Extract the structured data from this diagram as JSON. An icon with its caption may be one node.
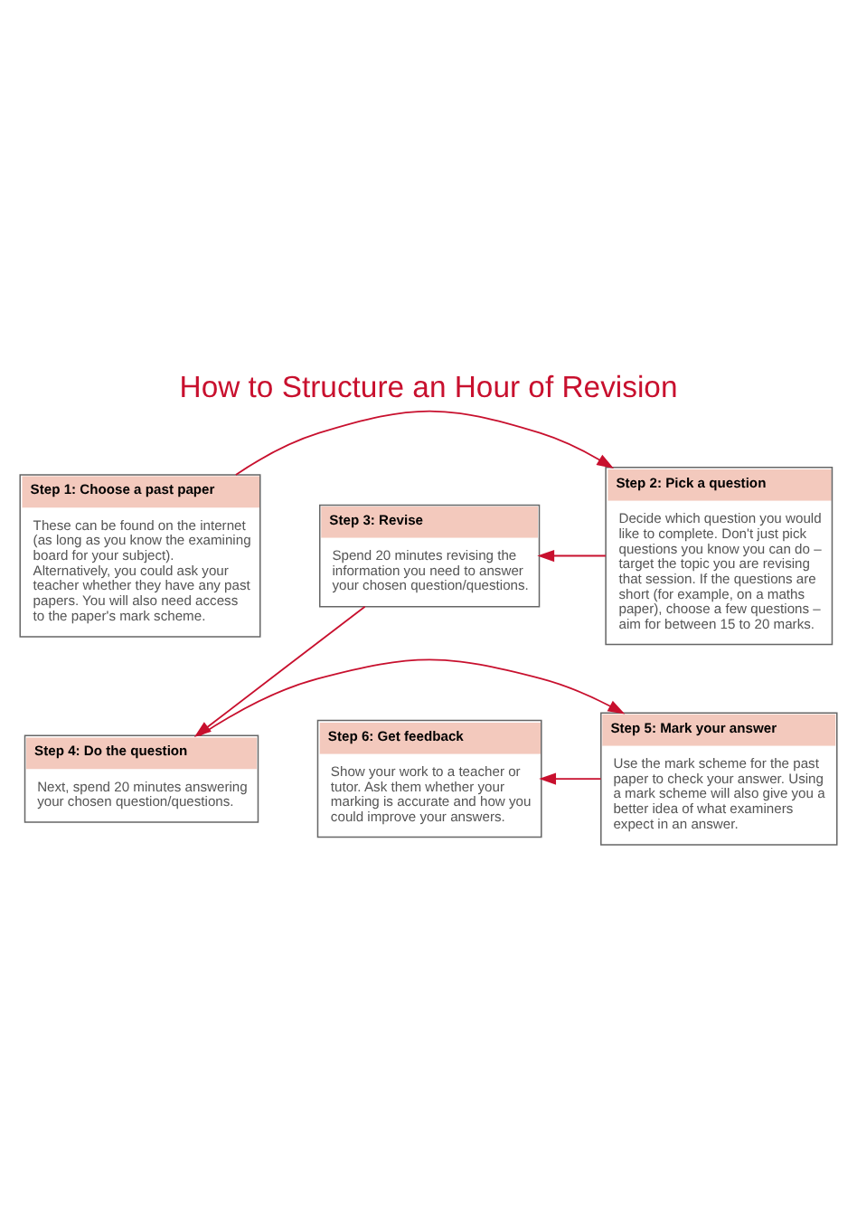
{
  "diagram": {
    "title": "How to Structure an Hour of Revision",
    "nodes": [
      {
        "text": [
          "Step 1: Choose a past paper",
          "These can be found on the internet (as long as you know the examining board for your subject). Alternatively, you could ask your teacher whether they have any past papers. You will also need access to the paper's mark scheme."
        ]
      },
      {
        "text": [
          "Step 2: Pick a question",
          "Decide which question you would like to complete. Don't just pick questions you know you can do – target the topic you are revising that session. If the questions are short (for example, on a maths paper), choose a few questions – aim for between 15 to 20 marks."
        ]
      },
      {
        "text": [
          "Step 3: Revise",
          "Spend 20 minutes revising the information you need to answer your chosen question/questions."
        ]
      },
      {
        "text": [
          "Step 4: Do the question",
          "Next, spend 20 minutes answering your chosen question/questions."
        ]
      },
      {
        "text": [
          "Step 5: Mark your answer",
          "Use the mark scheme for the past paper to check your answer. Using a mark scheme will also give you a better idea of what examiners expect in an answer."
        ]
      },
      {
        "text": [
          "Step 6: Get feedback",
          "Show your work to a teacher or tutor. Ask them whether your marking is accurate and how you could improve your answers."
        ]
      }
    ],
    "edges": [
      {
        "from": 0,
        "to": 1,
        "arrow": "to"
      },
      {
        "from": 1,
        "to": 2,
        "arrow": "to"
      },
      {
        "from": 2,
        "to": 3,
        "arrow": "to"
      },
      {
        "from": 3,
        "to": 4,
        "arrow": "to"
      },
      {
        "from": 4,
        "to": 5,
        "arrow": "to"
      }
    ]
  }
}
